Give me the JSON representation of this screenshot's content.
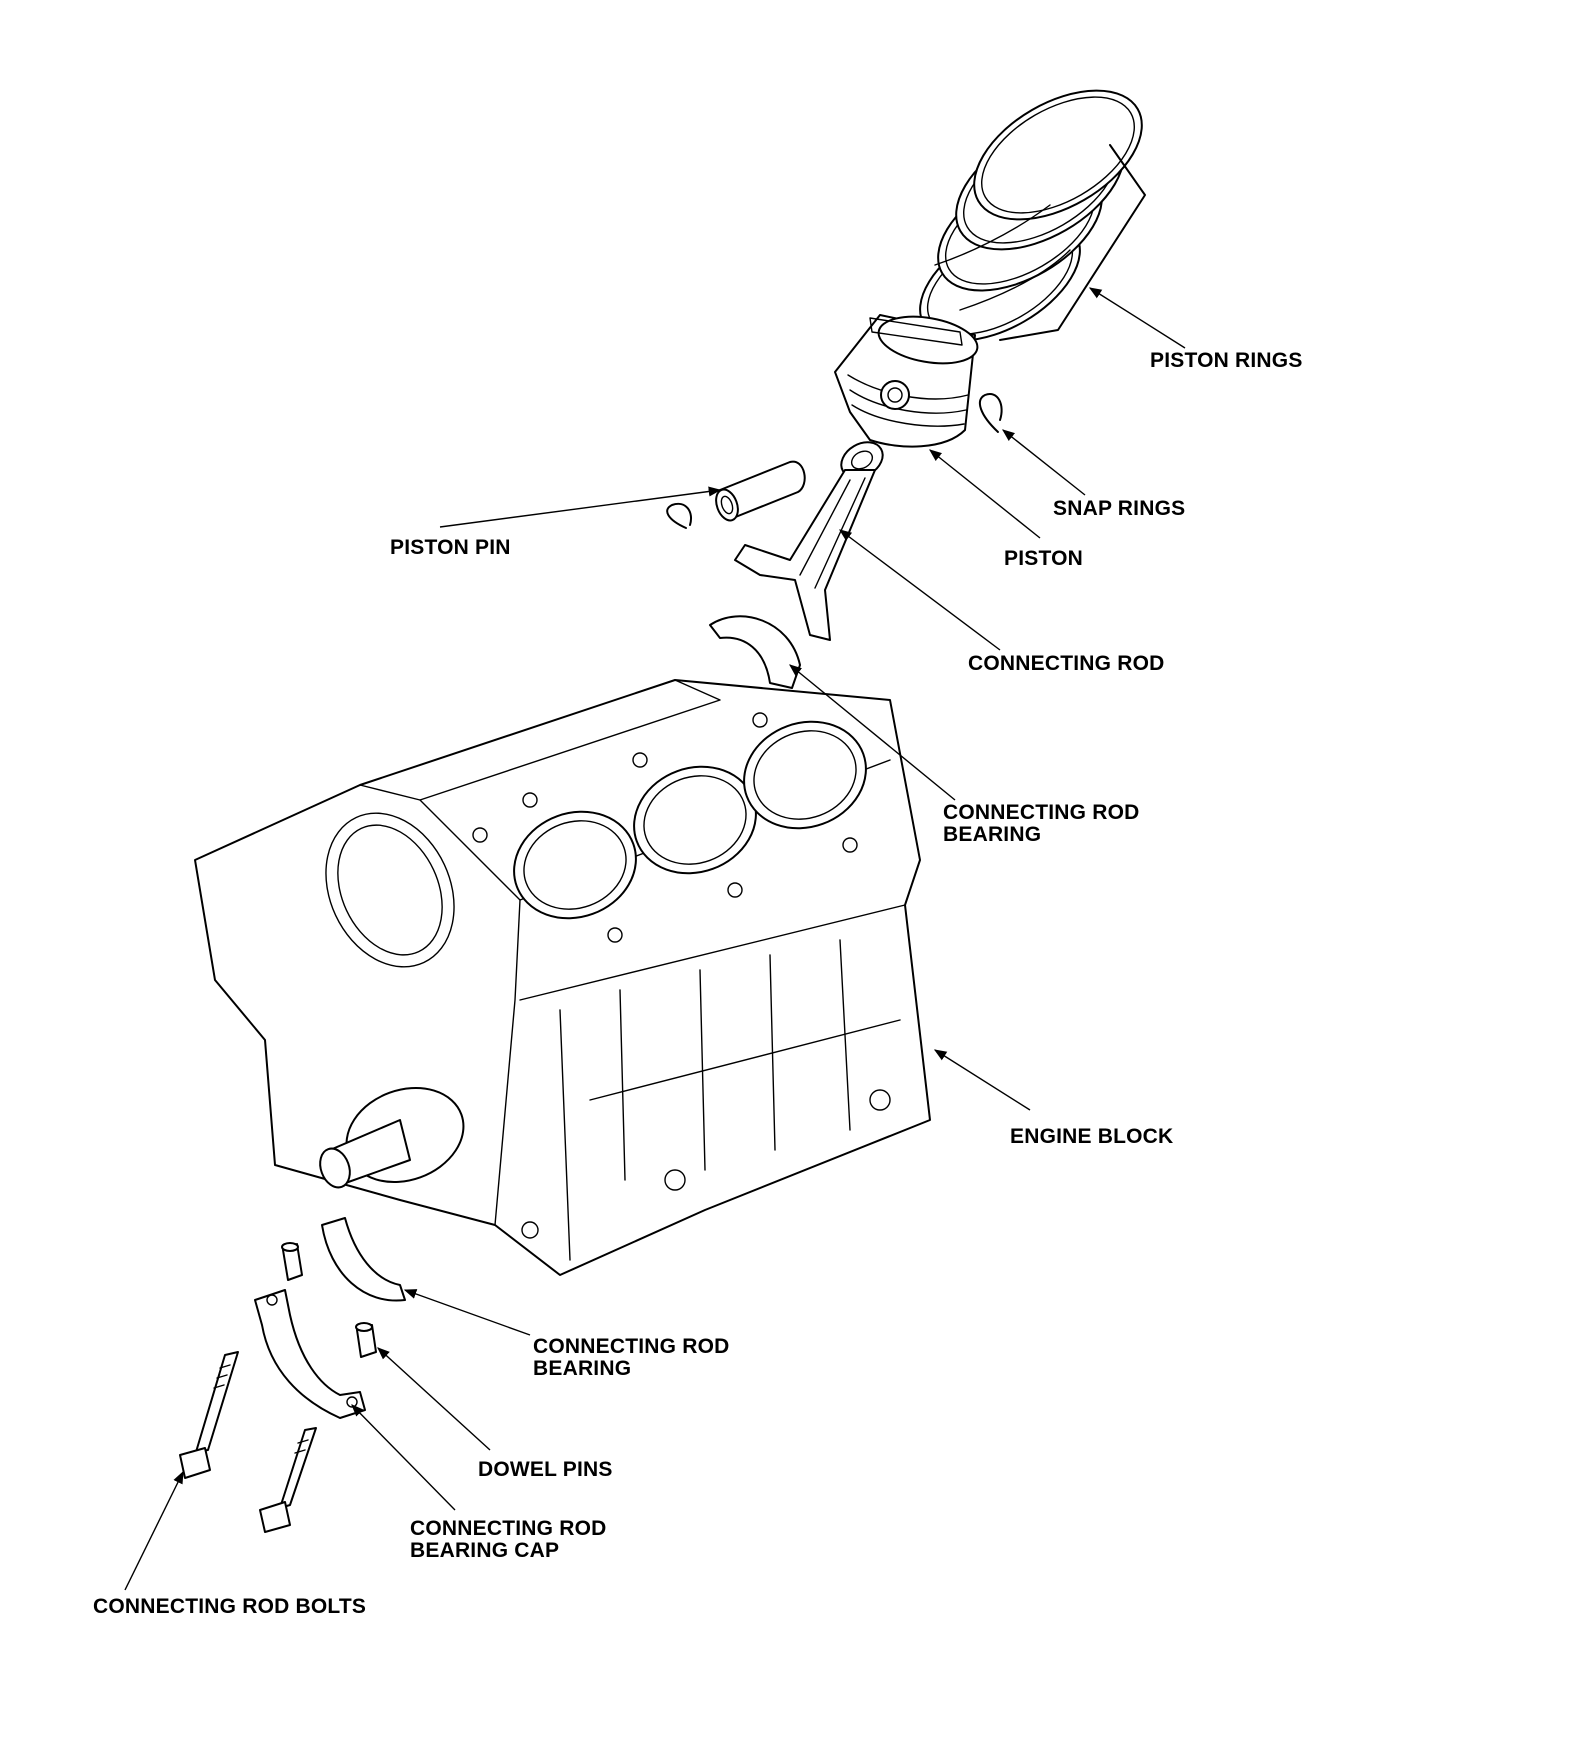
{
  "diagram": {
    "callouts": {
      "piston_rings": "PISTON RINGS",
      "snap_rings": "SNAP RINGS",
      "piston": "PISTON",
      "piston_pin": "PISTON PIN",
      "connecting_rod": "CONNECTING ROD",
      "connecting_rod_bearing_top": [
        "CONNECTING ROD",
        "BEARING"
      ],
      "engine_block": "ENGINE BLOCK",
      "connecting_rod_bearing_bottom": [
        "CONNECTING ROD",
        "BEARING"
      ],
      "dowel_pins": "DOWEL PINS",
      "connecting_rod_bearing_cap": [
        "CONNECTING ROD",
        "BEARING CAP"
      ],
      "connecting_rod_bolts": "CONNECTING ROD BOLTS"
    }
  }
}
